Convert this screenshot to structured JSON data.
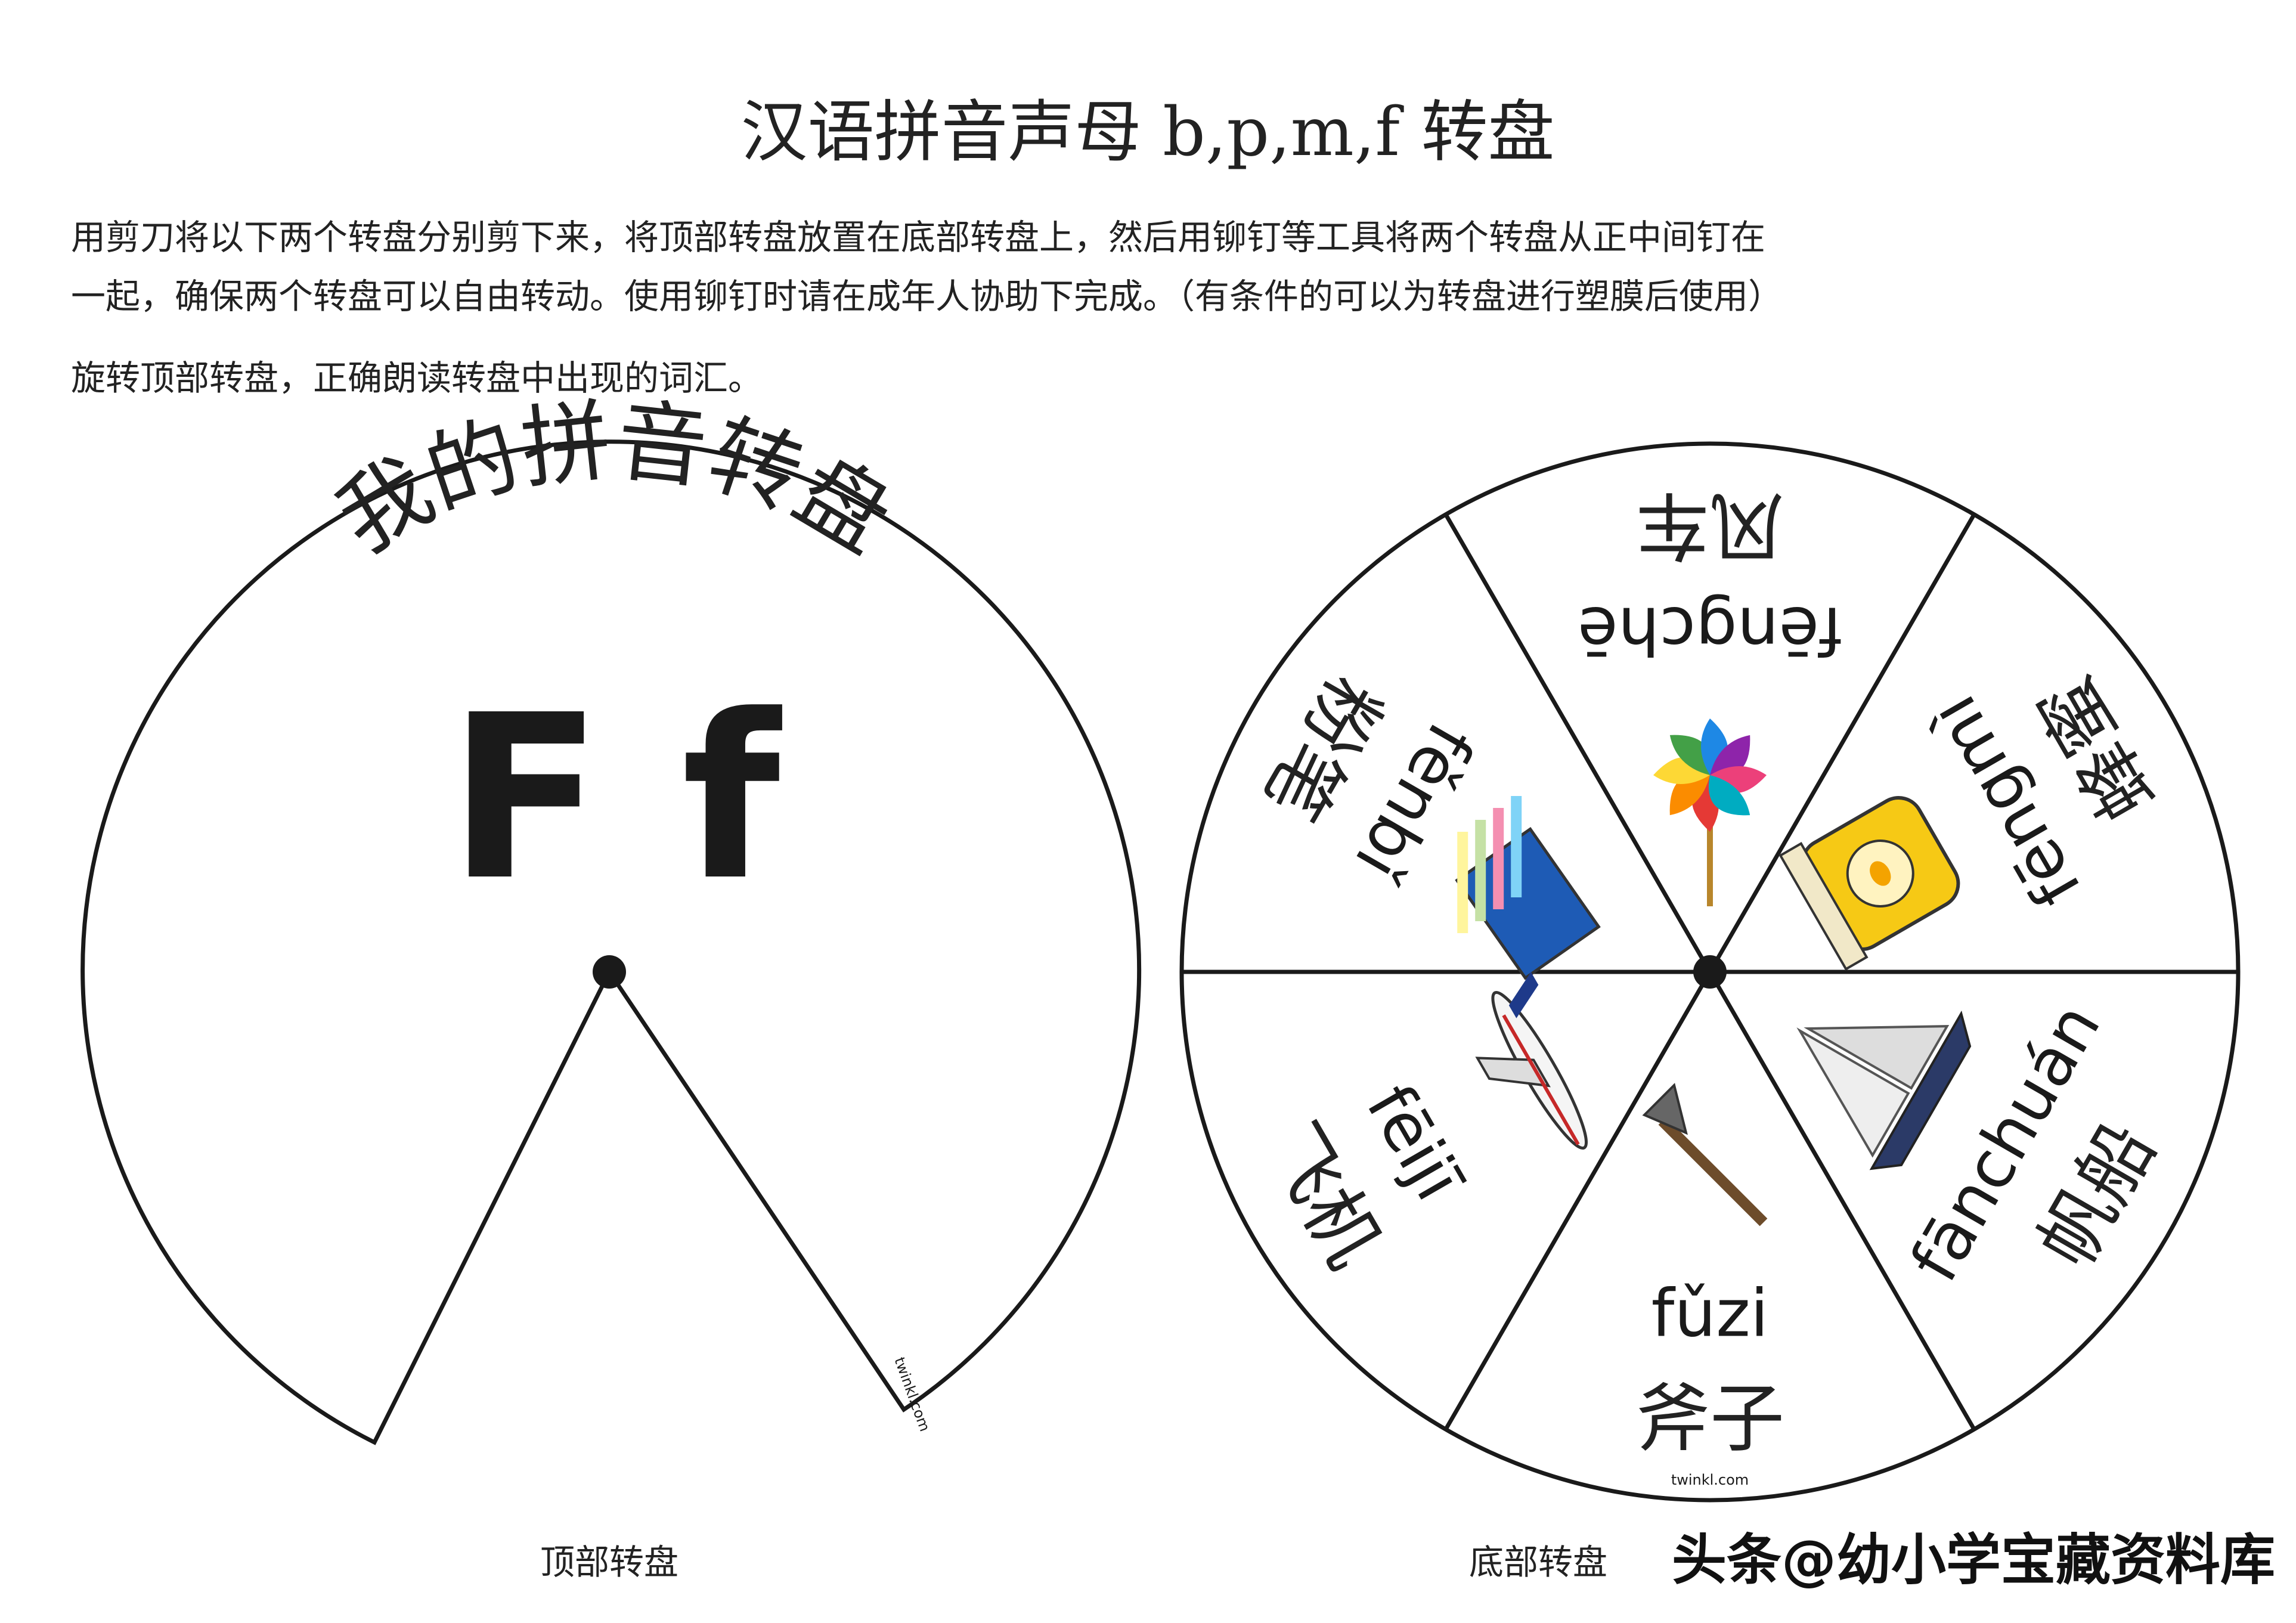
{
  "title": "汉语拼音声母 b,p,m,f 转盘",
  "instructions": [
    "用剪刀将以下两个转盘分别剪下来，将顶部转盘放置在底部转盘上，然后用铆钉等工具将两个转盘从正中间钉在",
    "一起，确保两个转盘可以自由转动。使用铆钉时请在成年人协助下完成。（有条件的可以为转盘进行塑膜后使用）",
    "旋转顶部转盘，正确朗读转盘中出现的词汇。"
  ],
  "top_wheel": {
    "arc_title": "我的拼音转盘",
    "letters": "F f",
    "caption": "顶部转盘",
    "credit": "twinkl.com"
  },
  "bottom_wheel": {
    "caption": "底部转盘",
    "credit": "twinkl.com",
    "slices": [
      {
        "pinyin": "fēngchē",
        "hanzi": "风车",
        "icon": "pinwheel-icon"
      },
      {
        "pinyin": "fēngmì",
        "hanzi": "蜂蜜",
        "icon": "honey-jar-icon"
      },
      {
        "pinyin": "fānchuán",
        "hanzi": "帆船",
        "icon": "sailboat-icon"
      },
      {
        "pinyin": "fǔzi",
        "hanzi": "斧子",
        "icon": "axe-icon"
      },
      {
        "pinyin": "fēijī",
        "hanzi": "飞机",
        "icon": "airplane-icon"
      },
      {
        "pinyin": "fěnbǐ",
        "hanzi": "粉笔",
        "icon": "chalk-icon"
      }
    ]
  },
  "watermark": "头条@幼小学宝藏资料库"
}
